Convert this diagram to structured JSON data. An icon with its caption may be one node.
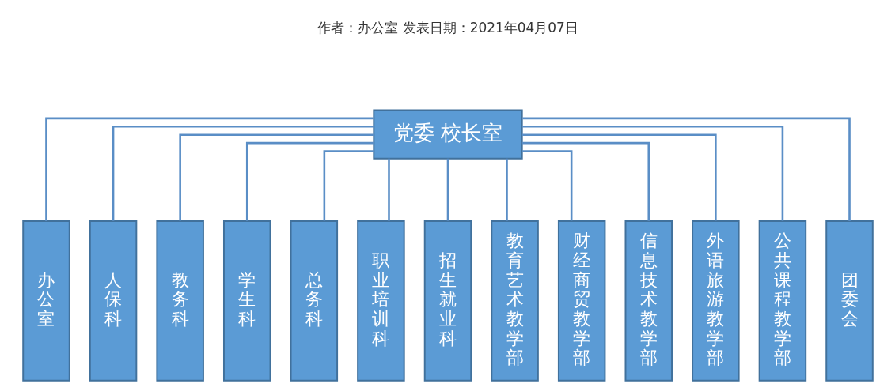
{
  "diagram": {
    "nodes": [
      {
        "text": [
          "党委 校长室"
        ]
      },
      {
        "text": [
          "办公室"
        ]
      },
      {
        "text": [
          "人保科"
        ]
      },
      {
        "text": [
          "教务科"
        ]
      },
      {
        "text": [
          "学生科"
        ]
      },
      {
        "text": [
          "总务科"
        ]
      },
      {
        "text": [
          "职业培训科"
        ]
      },
      {
        "text": [
          "招生就业科"
        ]
      },
      {
        "text": [
          "教育艺术教学部"
        ]
      },
      {
        "text": [
          "财经商贸教学部"
        ]
      },
      {
        "text": [
          "信息技术教学部"
        ]
      },
      {
        "text": [
          "外语旅游教学部"
        ]
      },
      {
        "text": [
          "公共课程教学部"
        ]
      },
      {
        "text": [
          "团委会"
        ]
      }
    ],
    "edges": [
      {
        "from": 0,
        "to": 1,
        "arrow": "none"
      },
      {
        "from": 0,
        "to": 2,
        "arrow": "none"
      },
      {
        "from": 0,
        "to": 3,
        "arrow": "none"
      },
      {
        "from": 0,
        "to": 4,
        "arrow": "none"
      },
      {
        "from": 0,
        "to": 5,
        "arrow": "none"
      },
      {
        "from": 0,
        "to": 6,
        "arrow": "none"
      },
      {
        "from": 0,
        "to": 7,
        "arrow": "none"
      },
      {
        "from": 0,
        "to": 8,
        "arrow": "none"
      },
      {
        "from": 0,
        "to": 9,
        "arrow": "none"
      },
      {
        "from": 0,
        "to": 10,
        "arrow": "none"
      },
      {
        "from": 0,
        "to": 11,
        "arrow": "none"
      },
      {
        "from": 0,
        "to": 12,
        "arrow": "none"
      },
      {
        "from": 0,
        "to": 13,
        "arrow": "none"
      }
    ],
    "labels": [
      "作者：办公室 发表日期：2021年04月07日"
    ]
  }
}
